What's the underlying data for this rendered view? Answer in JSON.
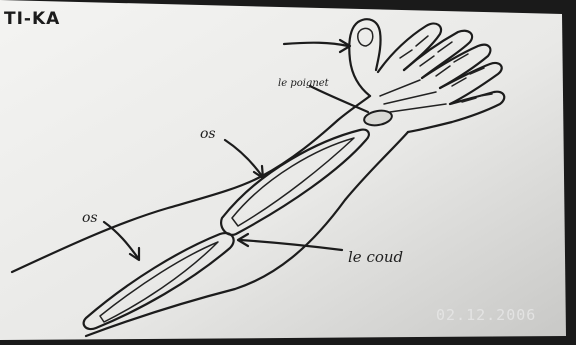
{
  "corner_title": "TI-KA",
  "labels": {
    "wrist": "le poignet",
    "bone_upper": "os",
    "bone_lower": "os",
    "elbow": "le coud"
  },
  "timestamp": "02.12.2006"
}
